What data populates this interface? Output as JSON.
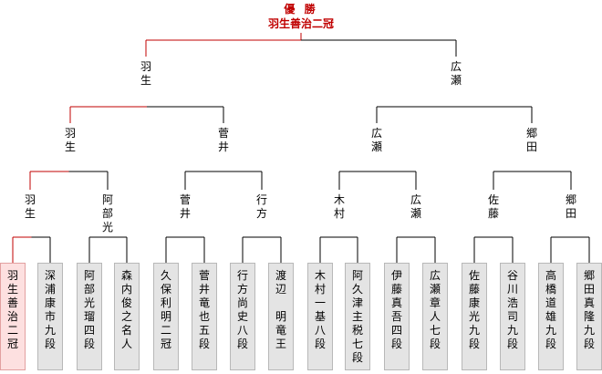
{
  "winner": {
    "title": "優 勝",
    "name": "羽生善治二冠"
  },
  "round_labels": {
    "semi": [
      "羽\n生",
      "広\n瀬"
    ],
    "quarter": [
      "羽\n生",
      "菅\n井",
      "広\n瀬",
      "郷\n田"
    ],
    "round16": [
      "羽\n生",
      "阿\n部\n光",
      "菅\n井",
      "行\n方",
      "木\n村",
      "広\n瀬",
      "佐\n藤",
      "郷\n田"
    ]
  },
  "players": [
    {
      "name": "羽\n生\n善\n治\n二\n冠",
      "champion": true
    },
    {
      "name": "深\n浦\n康\n市\n九\n段",
      "champion": false
    },
    {
      "name": "阿\n部\n光\n瑠\n四\n段",
      "champion": false
    },
    {
      "name": "森\n内\n俊\n之\n名\n人",
      "champion": false
    },
    {
      "name": "久\n保\n利\n明\n二\n冠",
      "champion": false
    },
    {
      "name": "菅\n井\n竜\n也\n五\n段",
      "champion": false
    },
    {
      "name": "行\n方\n尚\n史\n八\n段",
      "champion": false
    },
    {
      "name": "渡\n辺\n　\n明\n竜\n王",
      "champion": false
    },
    {
      "name": "木\n村\n一\n基\n八\n段",
      "champion": false
    },
    {
      "name": "阿\n久\n津\n主\n税\n七\n段",
      "champion": false
    },
    {
      "name": "伊\n藤\n真\n吾\n四\n段",
      "champion": false
    },
    {
      "name": "広\n瀬\n章\n人\n七\n段",
      "champion": false
    },
    {
      "name": "佐\n藤\n康\n光\n九\n段",
      "champion": false
    },
    {
      "name": "谷\n川\n浩\n司\n九\n段",
      "champion": false
    },
    {
      "name": "高\n橋\n道\n雄\n九\n段",
      "champion": false
    },
    {
      "name": "郷\n田\n真\n隆\n九\n段",
      "champion": false
    }
  ],
  "colors": {
    "line": "#000000",
    "winner_path": "#c00000"
  }
}
